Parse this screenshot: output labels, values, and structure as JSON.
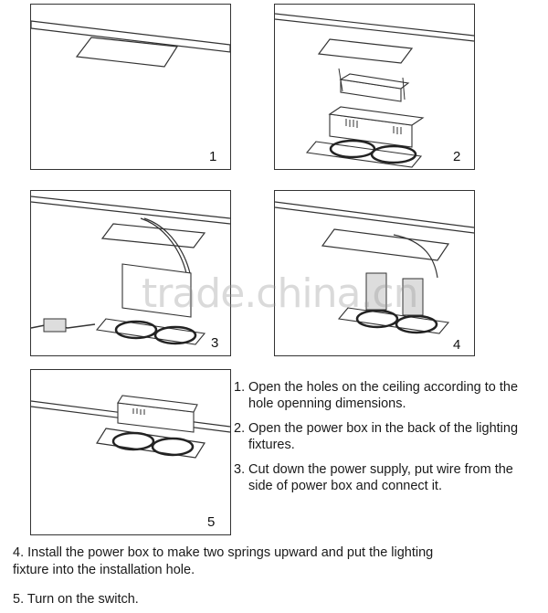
{
  "panels": [
    {
      "number": "1"
    },
    {
      "number": "2"
    },
    {
      "number": "3"
    },
    {
      "number": "4"
    },
    {
      "number": "5"
    }
  ],
  "steps": [
    {
      "num": "1.",
      "text": "Open the holes on the ceiling according to the hole openning dimensions."
    },
    {
      "num": "2.",
      "text": "Open the power box in the back of the lighting fixtures."
    },
    {
      "num": "3.",
      "text": "Cut down the power supply, put wire from the side of power box and connect it."
    }
  ],
  "bottom_steps": [
    {
      "num": "4.",
      "text": "Install the power box to make two springs upward and put the lighting fixture into the installation hole."
    },
    {
      "num": "5.",
      "text": "Turn on the switch."
    }
  ],
  "watermark": "trade.china.cn"
}
